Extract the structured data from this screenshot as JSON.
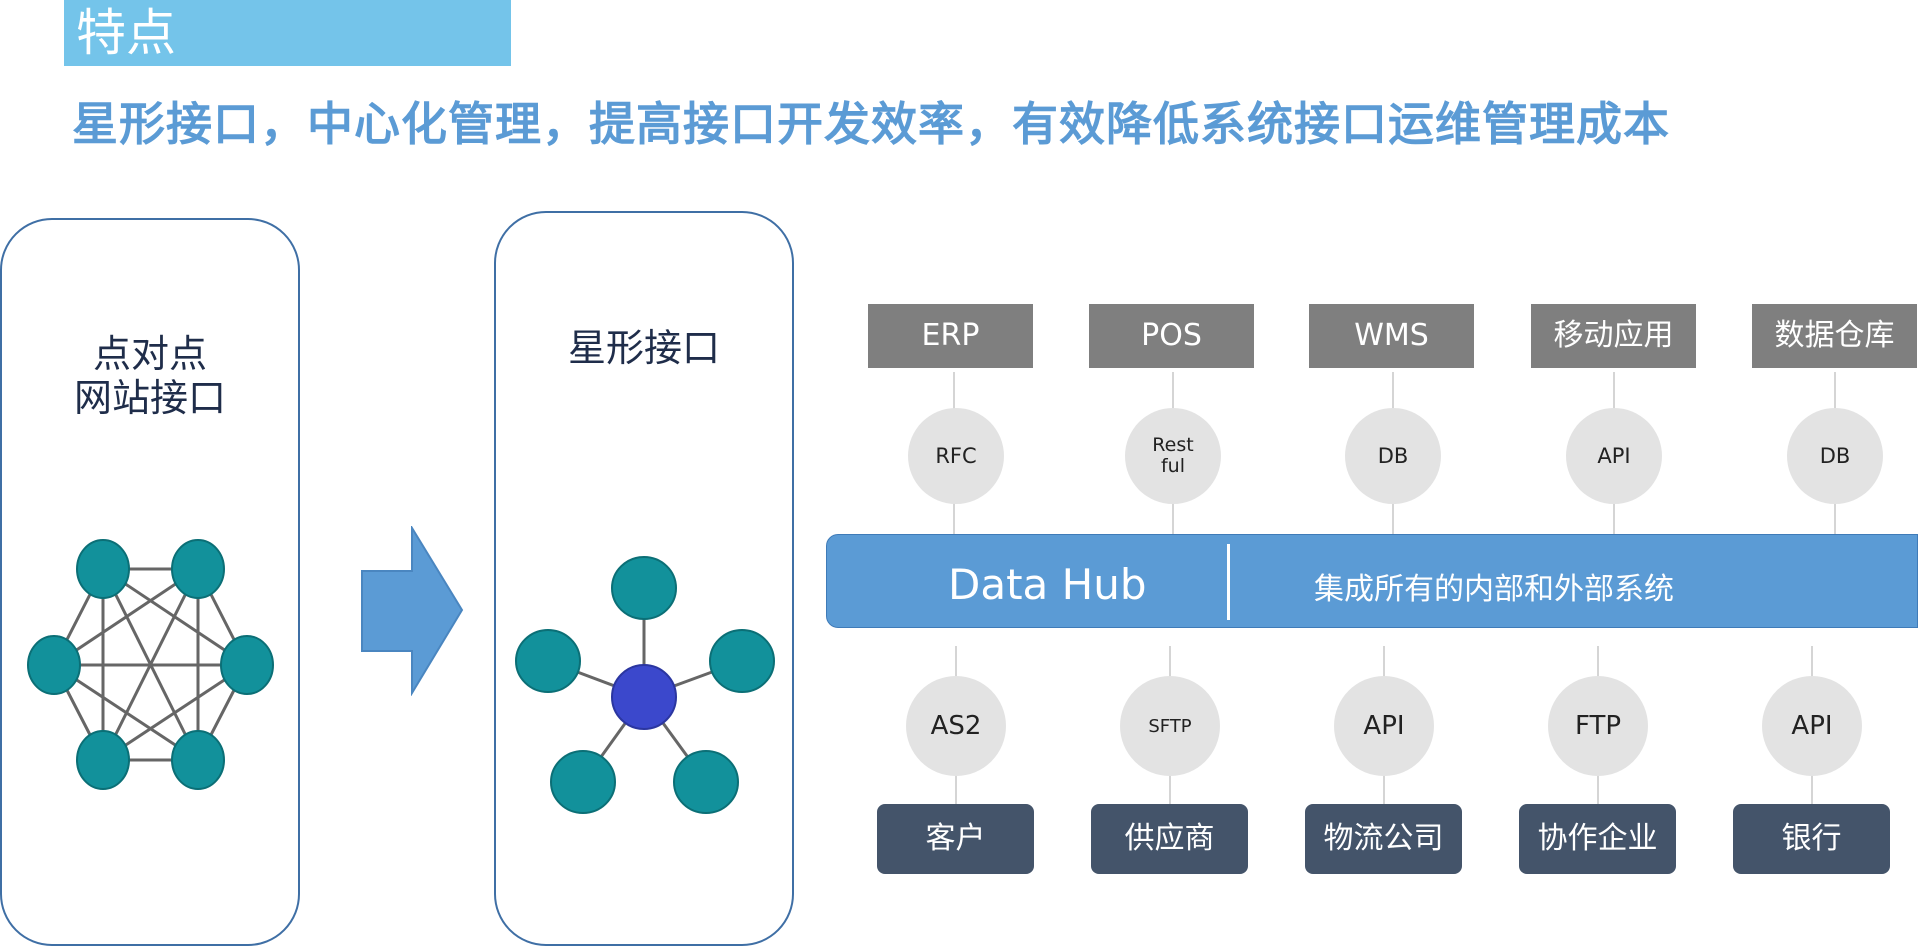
{
  "header": {
    "tab_title": "特点",
    "subtitle": "星形接口，中心化管理，提高接口开发效率，有效降低系统接口运维管理成本"
  },
  "panels": {
    "p2p_label_line1": "点对点",
    "p2p_label_line2": "网站接口",
    "star_label": "星形接口"
  },
  "hub": {
    "title": "Data Hub",
    "description": "集成所有的内部和外部系统"
  },
  "top_systems": [
    "ERP",
    "POS",
    "WMS",
    "移动应用",
    "数据仓库"
  ],
  "top_protocols": [
    {
      "line1": "RFC",
      "line2": ""
    },
    {
      "line1": "Rest",
      "line2": "ful"
    },
    {
      "line1": "DB",
      "line2": ""
    },
    {
      "line1": "API",
      "line2": ""
    },
    {
      "line1": "DB",
      "line2": ""
    }
  ],
  "bottom_protocols": [
    "AS2",
    "SFTP",
    "API",
    "FTP",
    "API"
  ],
  "bottom_partners": [
    "客户",
    "供应商",
    "物流公司",
    "协作企业",
    "银行"
  ],
  "colors": {
    "title_tab": "#74c4ea",
    "subtitle": "#5b9bd5",
    "hub": "#5b9bd5",
    "node_teal": "#12919b",
    "node_center": "#3b48cc",
    "arrow": "#5b9bd5",
    "top_box": "#7f7f7f",
    "bottom_box": "#44546a",
    "protocol_circle": "#e3e3e3"
  }
}
